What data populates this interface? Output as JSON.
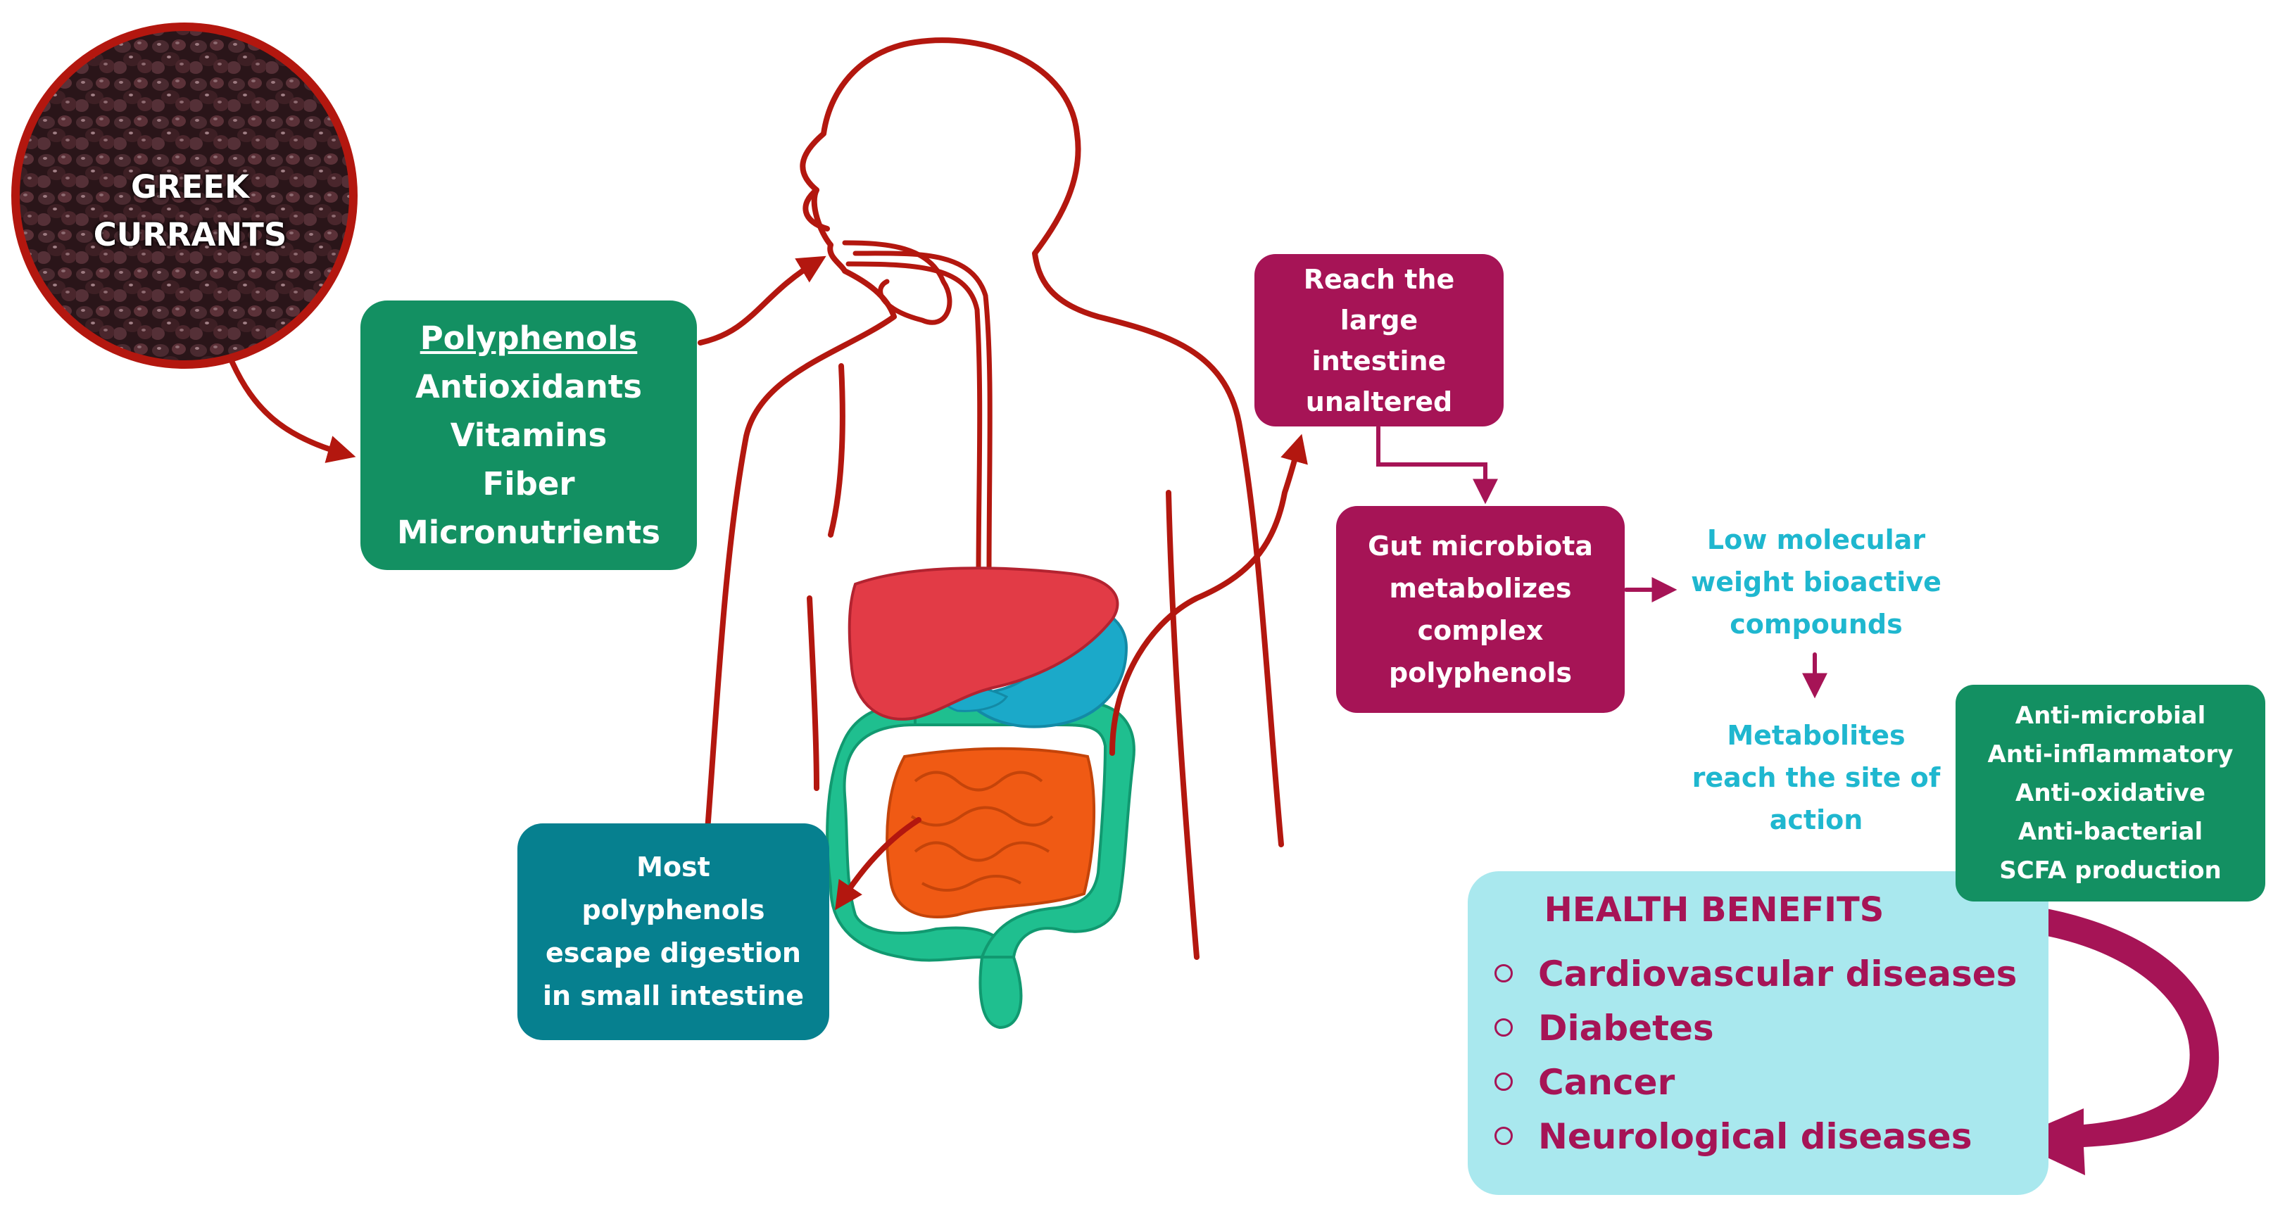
{
  "currants": {
    "lines": [
      "GREEK",
      "CURRANTS"
    ]
  },
  "nutrients": {
    "heading": "Polyphenols",
    "items": [
      "Antioxidants",
      "Vitamins",
      "Fiber",
      "Micronutrients"
    ]
  },
  "escape_box": {
    "lines": [
      "Most",
      "polyphenols",
      "escape digestion",
      "in small intestine"
    ]
  },
  "large_intestine_box": {
    "lines": [
      "Reach the",
      "large",
      "intestine",
      "unaltered"
    ]
  },
  "microbiota_box": {
    "lines": [
      "Gut microbiota",
      "metabolizes",
      "complex",
      "polyphenols"
    ]
  },
  "low_mw_text": {
    "lines": [
      "Low molecular",
      "weight bioactive",
      "compounds"
    ]
  },
  "metabolites_text": {
    "lines": [
      "Metabolites",
      "reach the site of",
      "action"
    ]
  },
  "activities": [
    "Anti-microbial",
    "Anti-inflammatory",
    "Anti-oxidative",
    "Anti-bacterial",
    "SCFA production"
  ],
  "health_benefits": {
    "title": "HEALTH BENEFITS",
    "items": [
      "Cardiovascular diseases",
      "Diabetes",
      "Cancer",
      "Neurological diseases"
    ]
  },
  "colors": {
    "green": "#139062",
    "teal": "#06808f",
    "magenta": "#a61456",
    "cyan": "#1fb7cf",
    "light_cyan": "#a9e8ee",
    "outline_red": "#b3170f",
    "liver": "#e23b46",
    "stomach": "#1ba9c9",
    "small_intestine": "#f05a14",
    "large_intestine": "#1fbf8f"
  }
}
